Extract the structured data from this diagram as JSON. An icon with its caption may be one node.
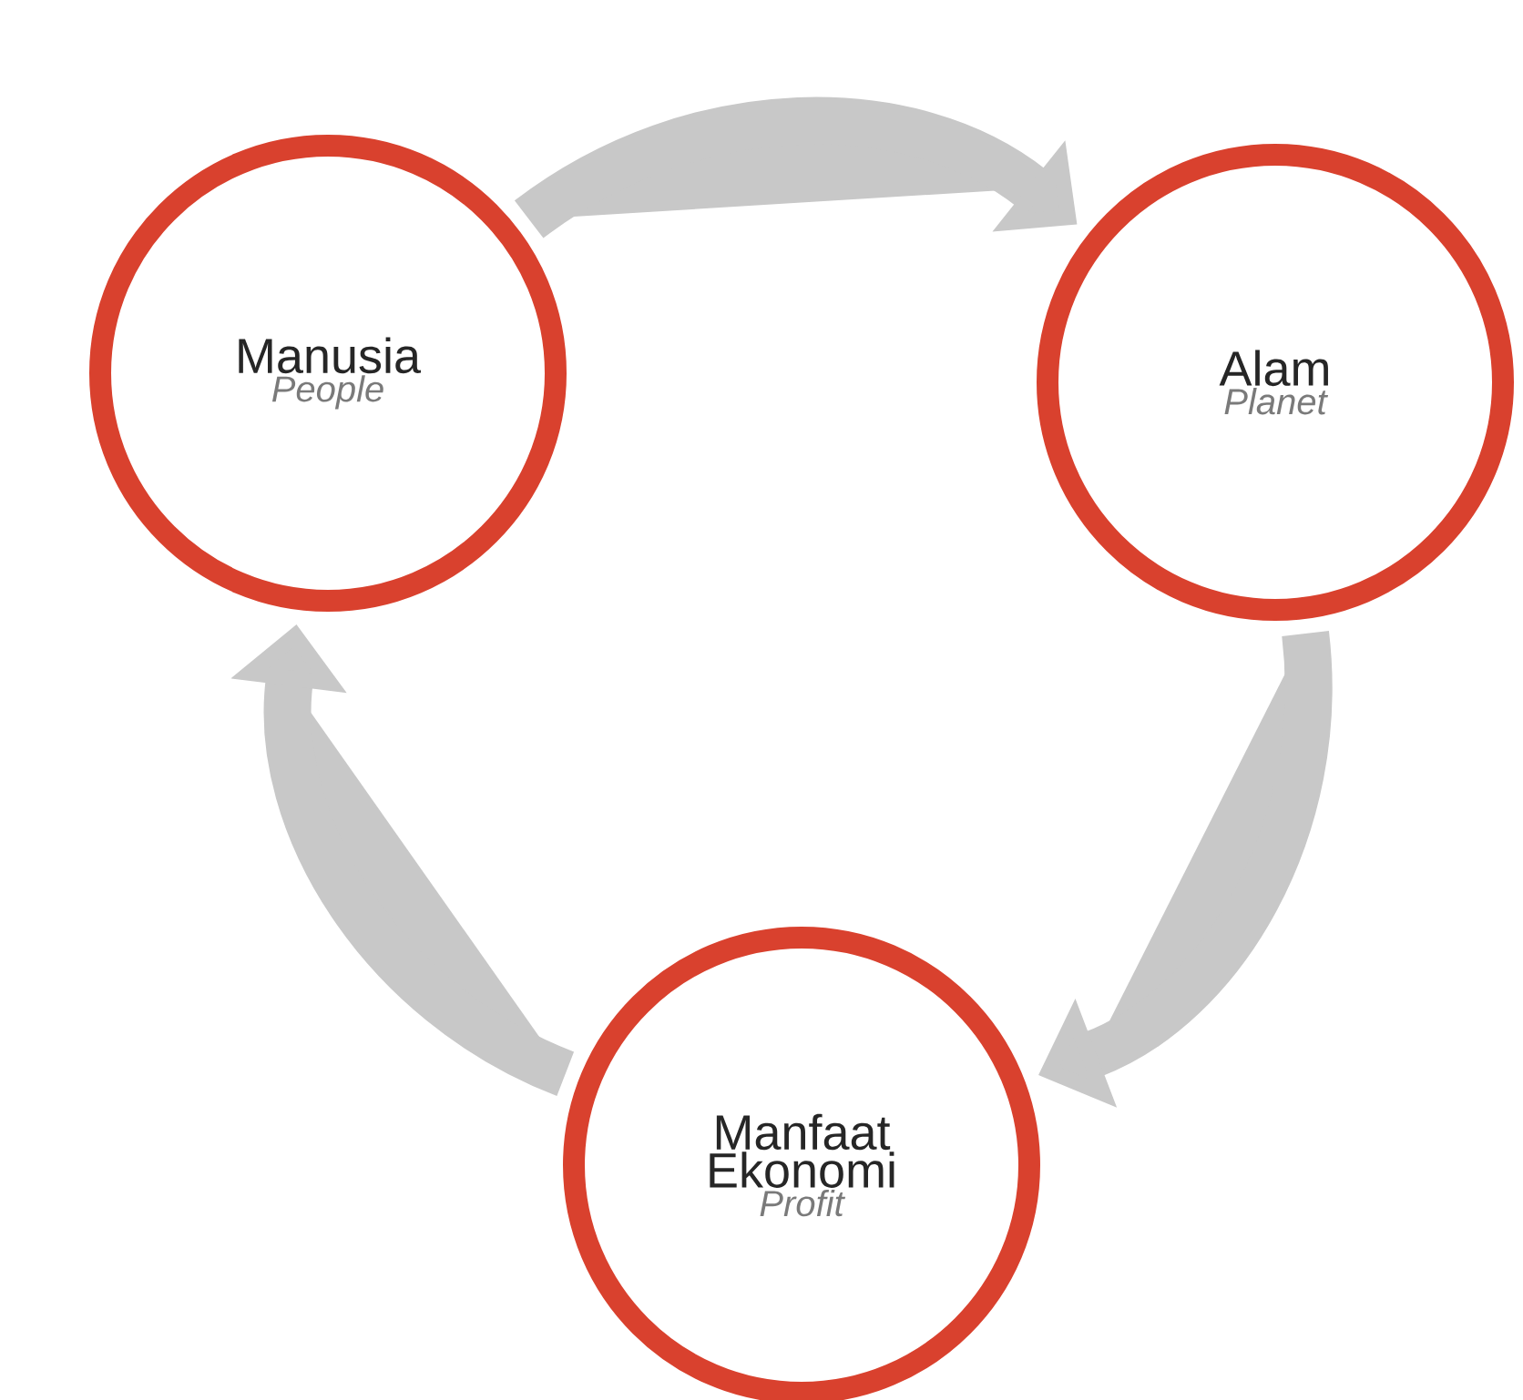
{
  "diagram": {
    "nodes": [
      {
        "text": [
          "Manusia",
          "People"
        ]
      },
      {
        "text": [
          "Alam",
          "Planet"
        ]
      },
      {
        "text": [
          "Manfaat Ekonomi",
          "Profit"
        ]
      }
    ],
    "edges": [
      {
        "from": 0,
        "to": 1,
        "arrow": "to"
      },
      {
        "from": 1,
        "to": 2,
        "arrow": "to"
      },
      {
        "from": 2,
        "to": 0,
        "arrow": "to"
      }
    ]
  }
}
